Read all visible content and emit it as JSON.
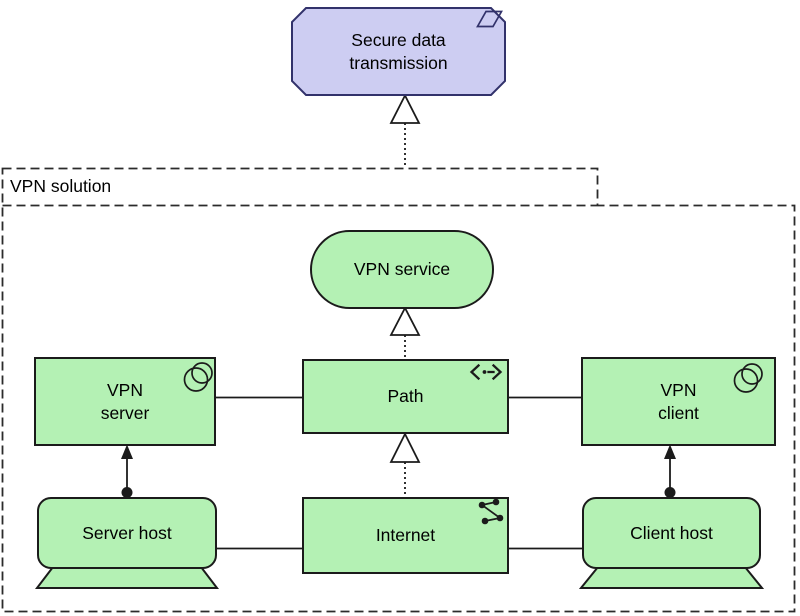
{
  "colors": {
    "background": "#ffffff",
    "technology_fill": "#b4f1b4",
    "technology_border": "#1b1b1b",
    "motivation_fill": "#cdcdf2",
    "motivation_border": "#32326b",
    "line": "#1b1b1b",
    "group_border": "#2b2b2b",
    "hollow_arrow_fill": "#ffffff"
  },
  "group": {
    "label": "VPN solution",
    "type": "grouping"
  },
  "nodes": {
    "secure_data_transmission": {
      "label": "Secure data\ntransmission",
      "type": "requirement",
      "icon": "requirement-icon"
    },
    "vpn_service": {
      "label": "VPN service",
      "type": "service",
      "icon": "rounded-service-shape"
    },
    "vpn_server": {
      "label": "VPN\nserver",
      "type": "system-software",
      "icon": "system-software-icon"
    },
    "path": {
      "label": "Path",
      "type": "path",
      "icon": "path-icon"
    },
    "vpn_client": {
      "label": "VPN\nclient",
      "type": "system-software",
      "icon": "system-software-icon"
    },
    "server_host": {
      "label": "Server host",
      "type": "device",
      "icon": "device-stand"
    },
    "internet": {
      "label": "Internet",
      "type": "communication-network",
      "icon": "communication-network-icon"
    },
    "client_host": {
      "label": "Client host",
      "type": "device",
      "icon": "device-stand"
    }
  },
  "relations": [
    {
      "type": "realization",
      "from": "VPN solution",
      "to": "Secure data transmission",
      "style": "dotted-line-hollow-triangle"
    },
    {
      "type": "realization",
      "from": "Path",
      "to": "VPN service",
      "style": "dotted-line-hollow-triangle"
    },
    {
      "type": "realization",
      "from": "Internet",
      "to": "Path",
      "style": "dotted-line-hollow-triangle"
    },
    {
      "type": "assignment",
      "from": "Server host",
      "to": "VPN server",
      "style": "ball-and-filled-arrow"
    },
    {
      "type": "assignment",
      "from": "Client host",
      "to": "VPN client",
      "style": "ball-and-filled-arrow"
    },
    {
      "type": "association",
      "from": "VPN server",
      "to": "Path",
      "style": "solid-line"
    },
    {
      "type": "association",
      "from": "Path",
      "to": "VPN client",
      "style": "solid-line"
    },
    {
      "type": "association",
      "from": "Server host",
      "to": "Internet",
      "style": "solid-line"
    },
    {
      "type": "association",
      "from": "Internet",
      "to": "Client host",
      "style": "solid-line"
    }
  ]
}
